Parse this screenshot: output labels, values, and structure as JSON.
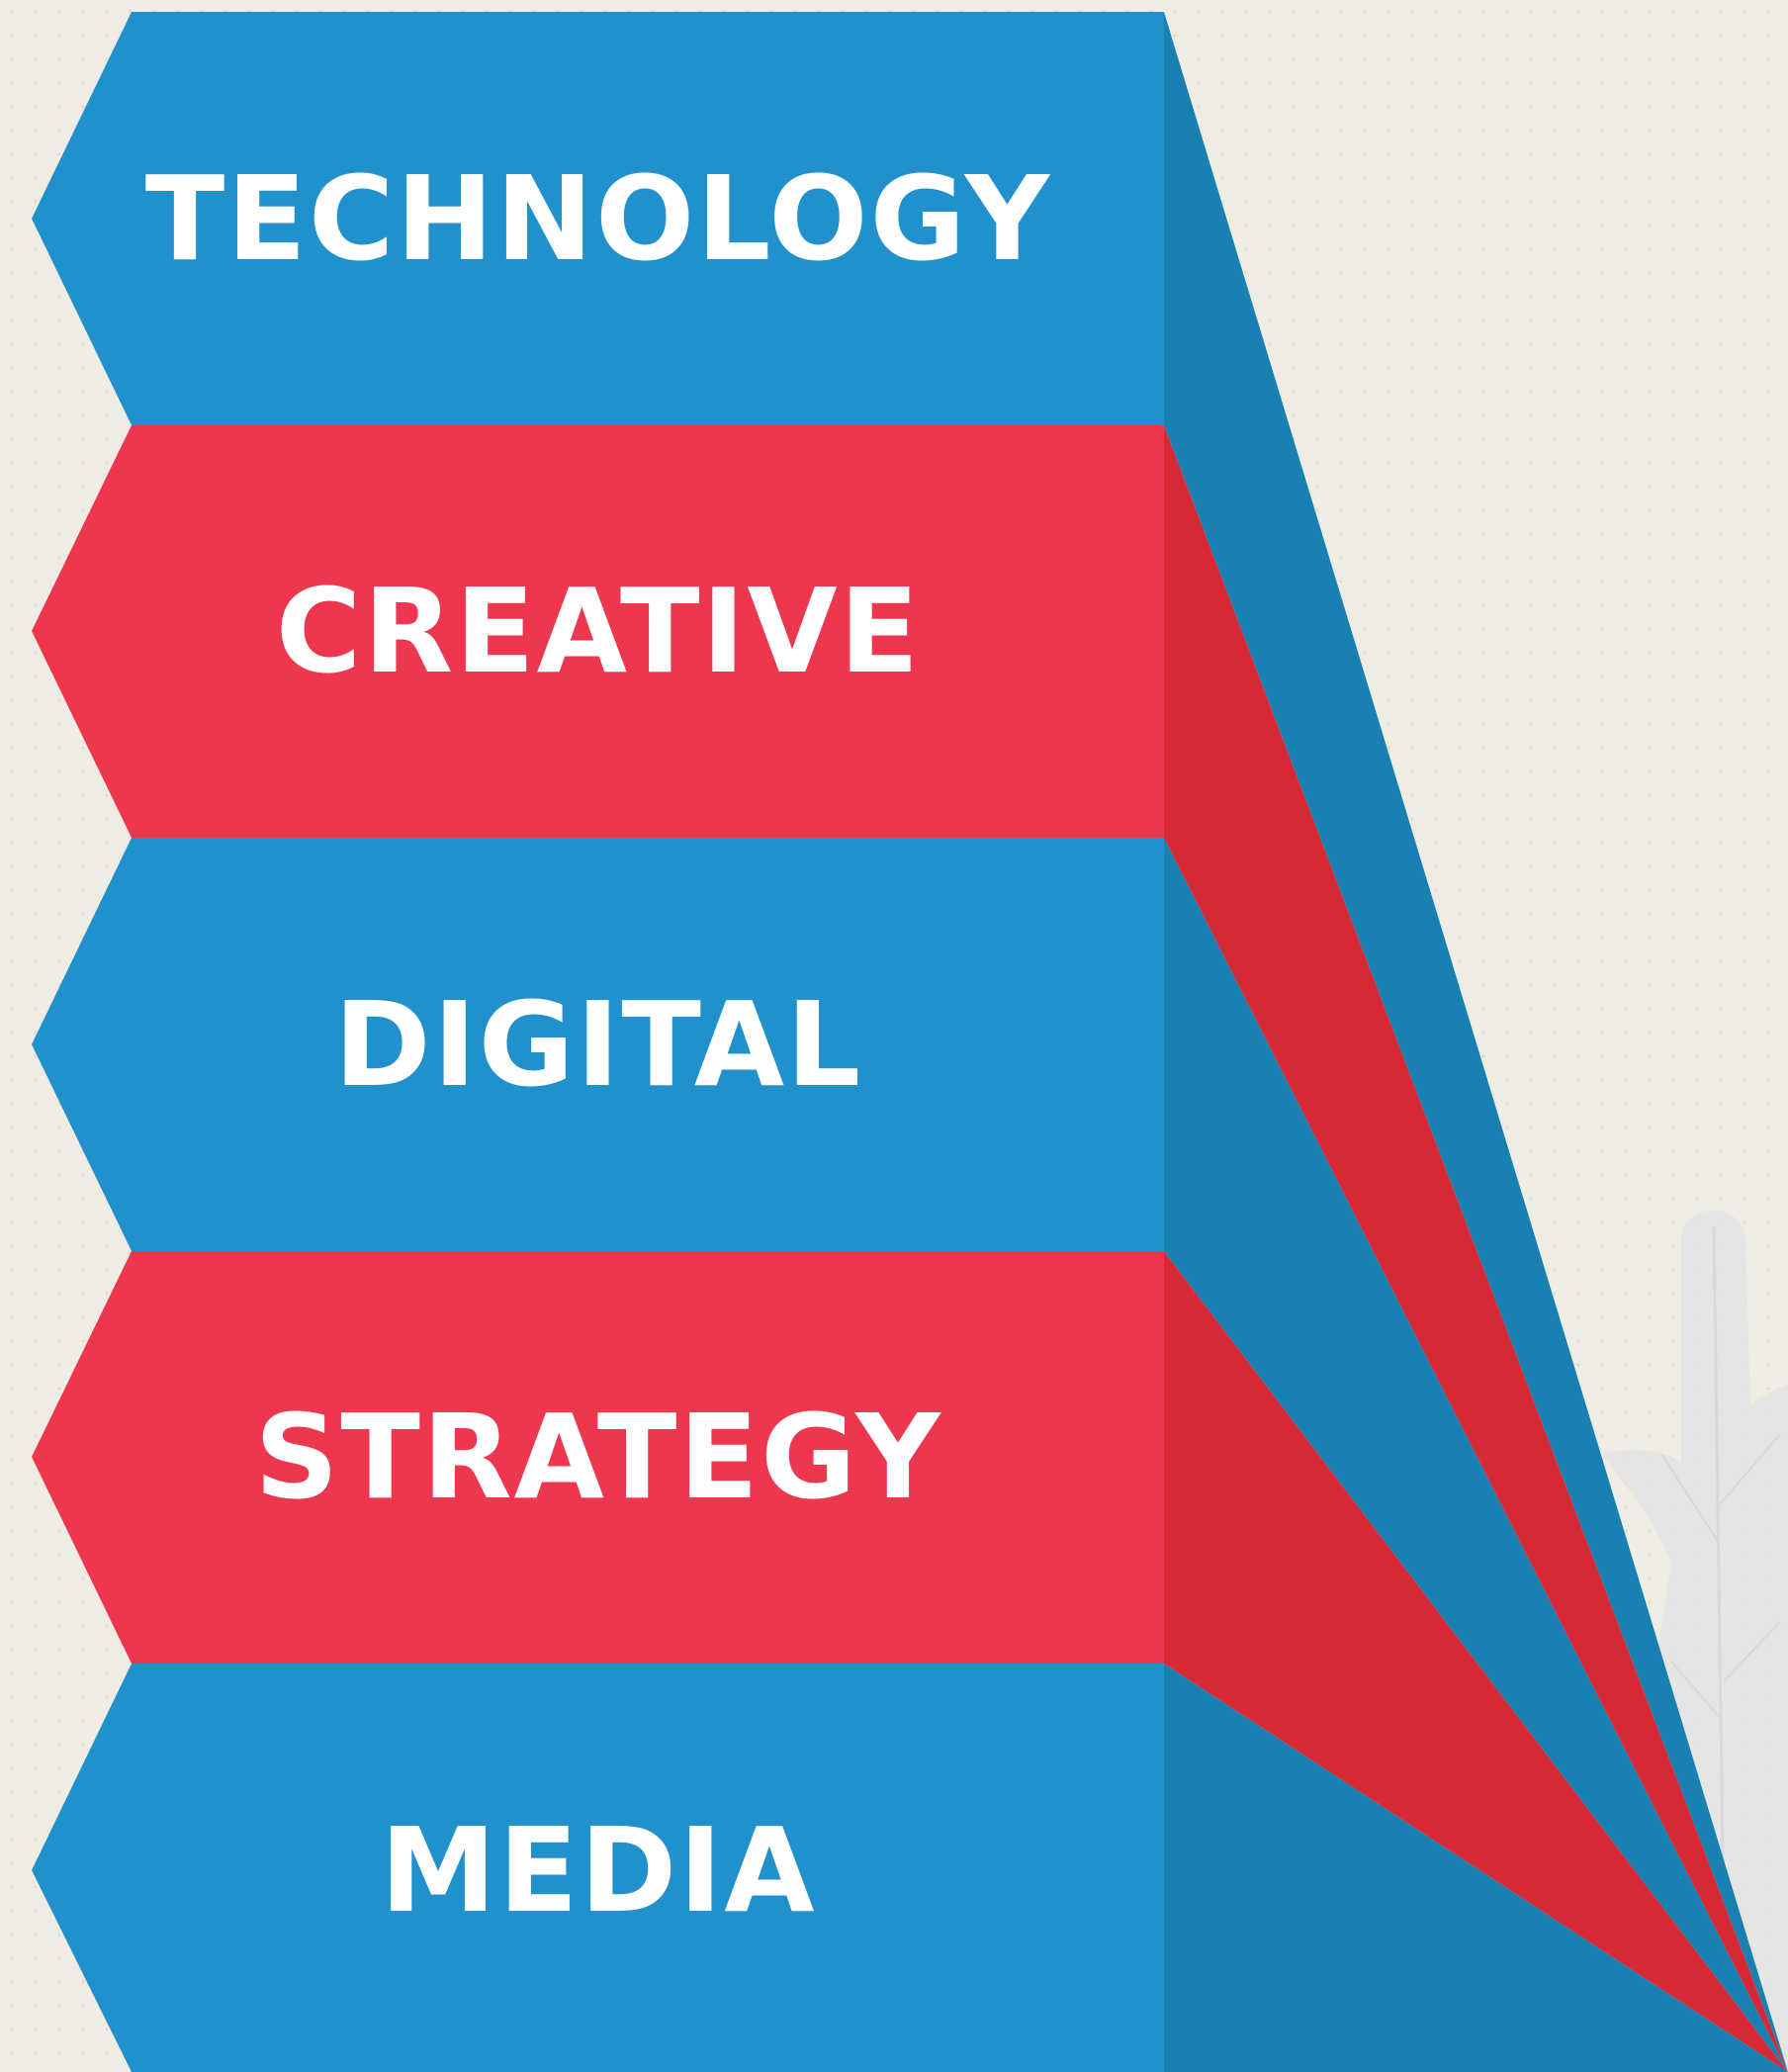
{
  "colors": {
    "background": "#efece4",
    "dot": "#e0dbd0",
    "blue": "#2091cd",
    "blue_dark": "#1881b1",
    "red": "#ee374f",
    "red_dark": "#d82a36",
    "label": "#ffffff",
    "leaf": "#e4e4e4"
  },
  "bands": [
    {
      "label": "TECHNOLOGY",
      "color": "blue"
    },
    {
      "label": "CREATIVE",
      "color": "red"
    },
    {
      "label": "DIGITAL",
      "color": "blue"
    },
    {
      "label": "STRATEGY",
      "color": "red"
    },
    {
      "label": "MEDIA",
      "color": "blue"
    }
  ]
}
